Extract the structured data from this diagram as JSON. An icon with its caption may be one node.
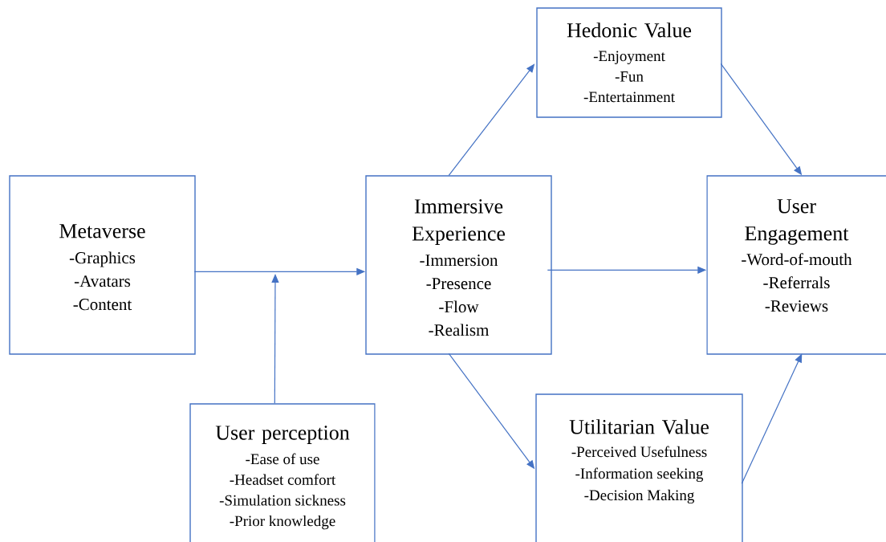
{
  "diagram": {
    "nodes": [
      {
        "text": [
          "Hedonic Value",
          "-Enjoyment",
          "-Fun",
          "-Entertainment"
        ]
      },
      {
        "text": [
          "Metaverse",
          "-Graphics",
          "-Avatars",
          "-Content"
        ]
      },
      {
        "text": [
          "Immersive Experience",
          "-Immersion",
          "-Presence",
          "-Flow",
          "-Realism"
        ]
      },
      {
        "text": [
          "User Engagement",
          "-Word-of-mouth",
          "-Referrals",
          "-Reviews"
        ]
      },
      {
        "text": [
          "Utilitarian Value",
          "-Perceived Usefulness",
          "-Information seeking",
          "-Decision Making"
        ]
      },
      {
        "text": [
          "User perception",
          "-Ease of use",
          "-Headset comfort",
          "-Simulation sickness",
          "-Prior knowledge"
        ]
      }
    ],
    "edges": [
      {
        "from": 1,
        "to": 2,
        "arrow": "to"
      },
      {
        "from": 5,
        "to": null,
        "arrow": "to"
      },
      {
        "from": 2,
        "to": 0,
        "arrow": "to"
      },
      {
        "from": 0,
        "to": 3,
        "arrow": "to"
      },
      {
        "from": 2,
        "to": 3,
        "arrow": "to"
      },
      {
        "from": 2,
        "to": 4,
        "arrow": "to"
      },
      {
        "from": 4,
        "to": 3,
        "arrow": "to"
      }
    ]
  }
}
